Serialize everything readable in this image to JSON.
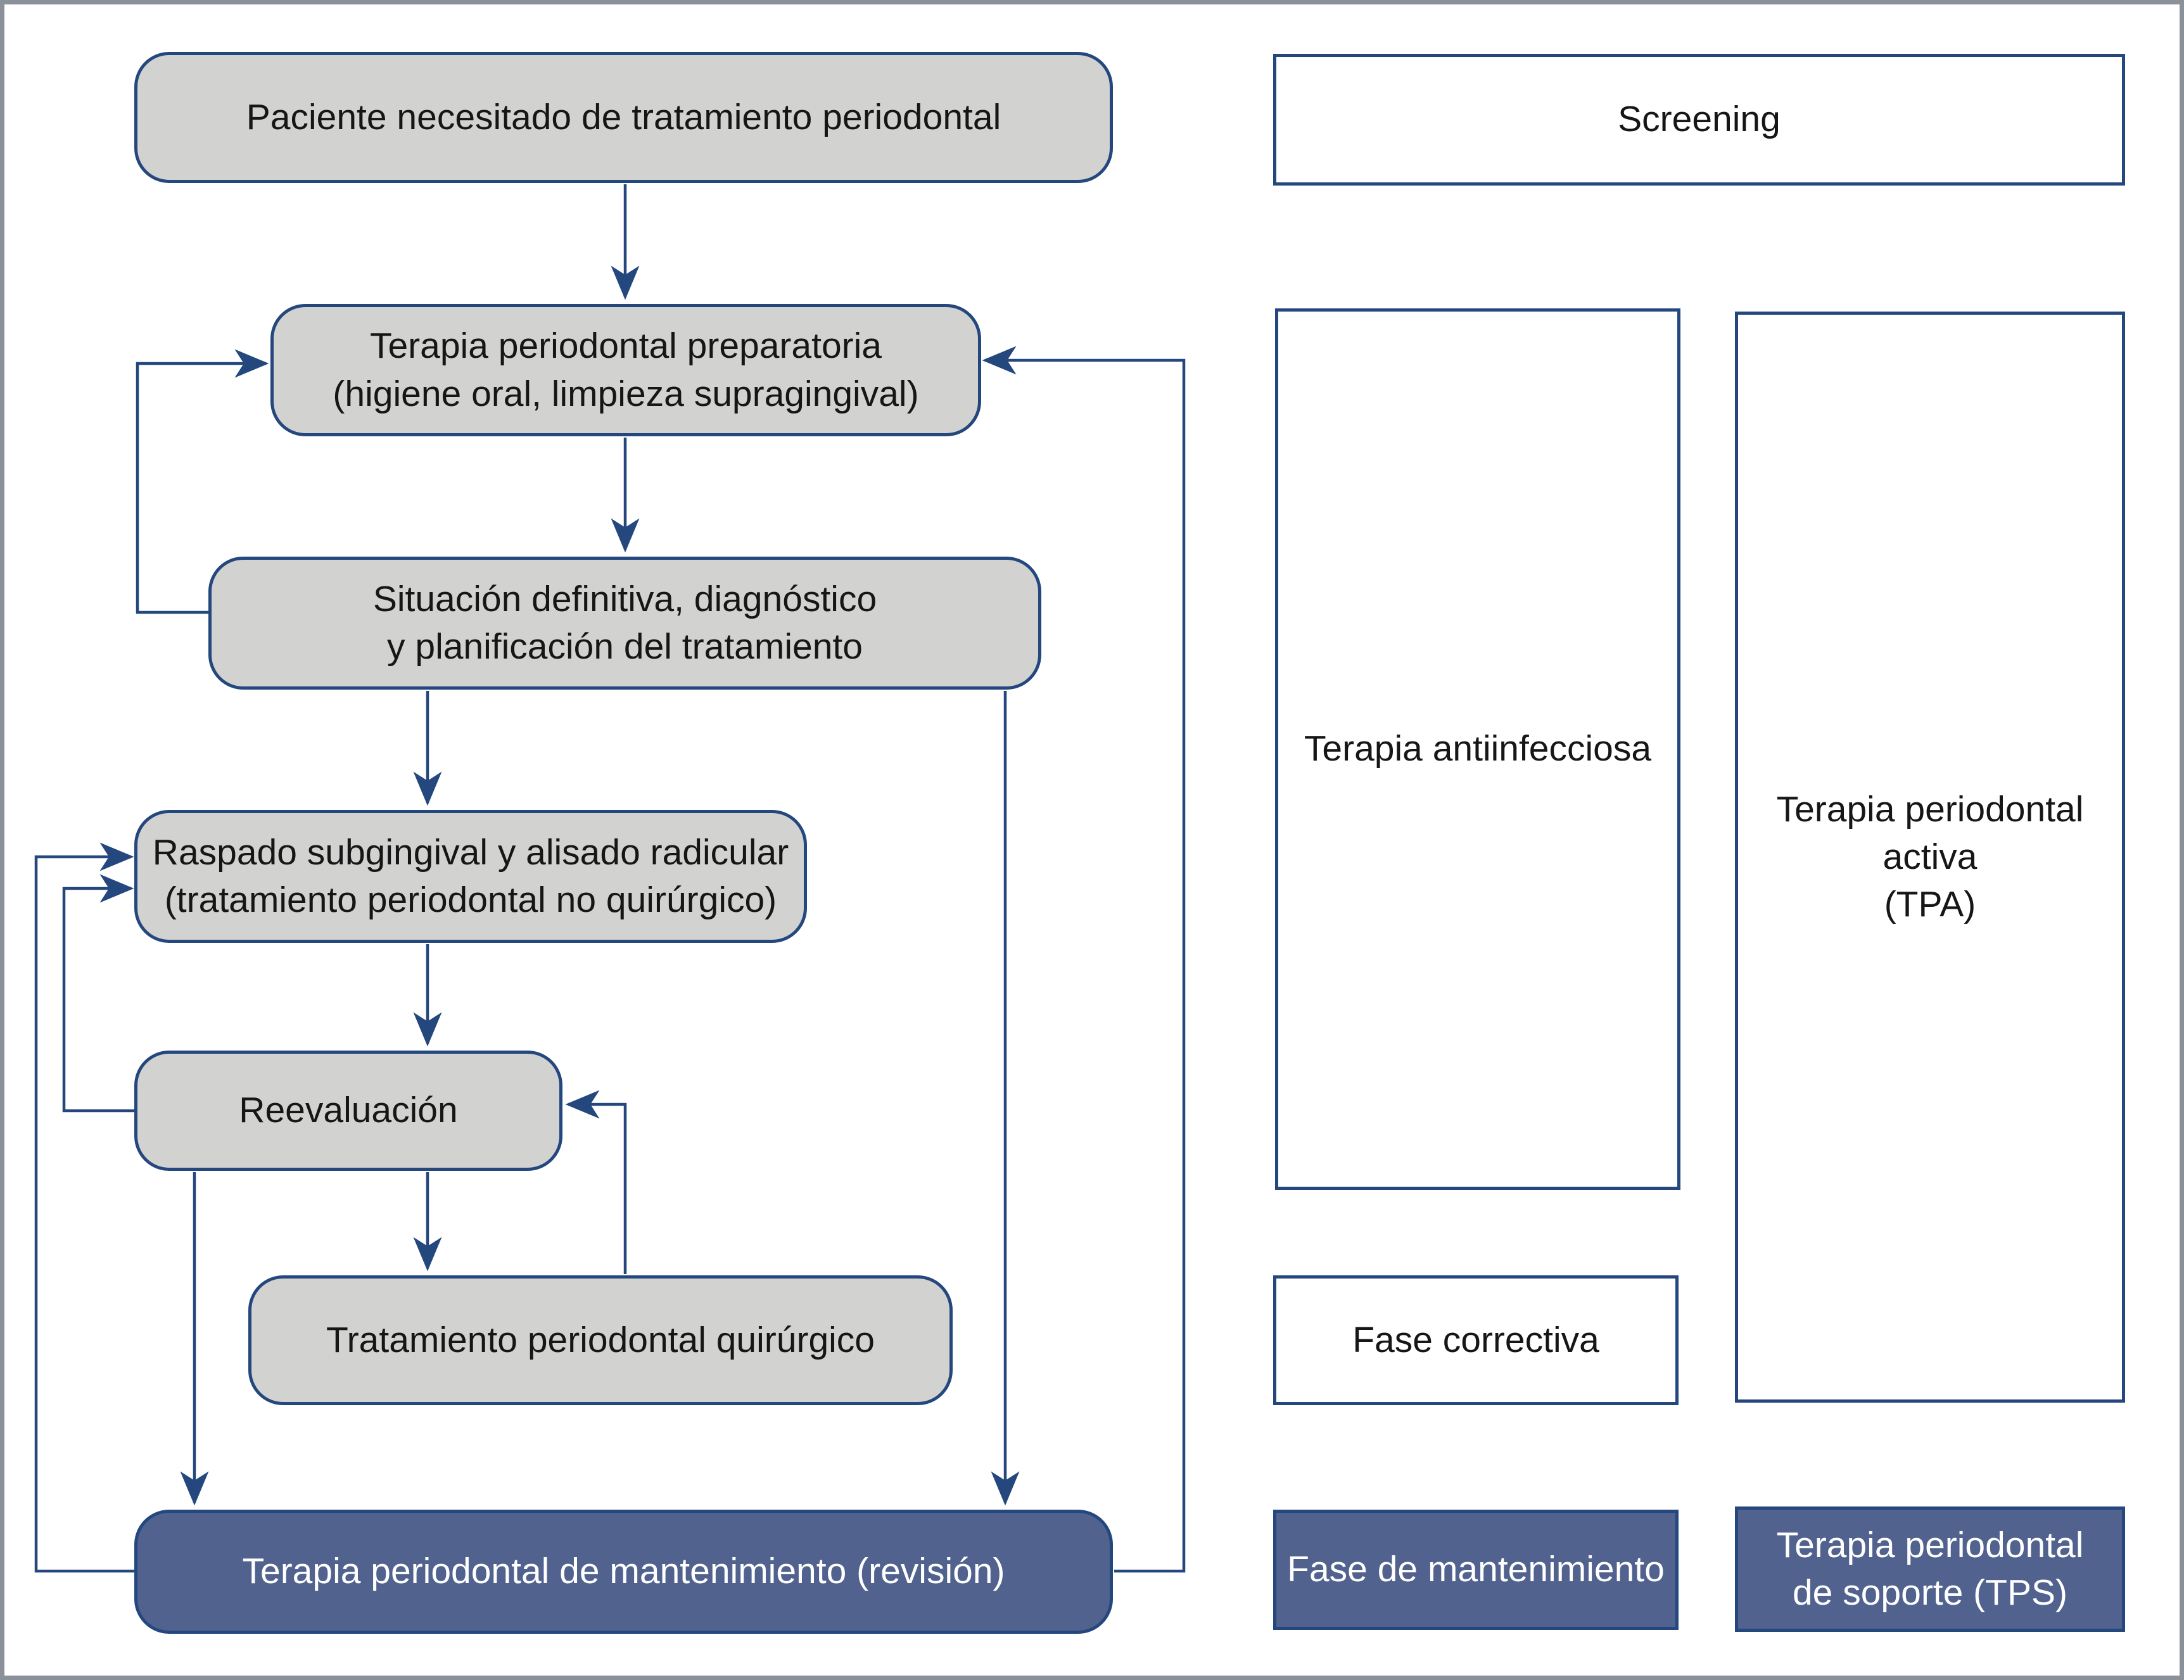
{
  "figure": {
    "type": "flowchart",
    "language": "es"
  },
  "palette": {
    "node_fill_gray": "#d2d2d1",
    "node_fill_blue": "#51628f",
    "stroke_navy": "#24477e",
    "text_dark": "#161616",
    "text_light": "#ffffff",
    "frame_gray": "#8b9198",
    "background": "#ffffff"
  },
  "flow_nodes": [
    {
      "lines": [
        "Paciente necesitado de tratamiento periodontal"
      ]
    },
    {
      "lines": [
        "Terapia periodontal preparatoria",
        "(higiene oral, limpieza supragingival)"
      ]
    },
    {
      "lines": [
        "Situación definitiva, diagnóstico",
        "y planificación del tratamiento"
      ]
    },
    {
      "lines": [
        "Raspado subgingival y alisado radicular",
        "(tratamiento periodontal no quirúrgico)"
      ]
    },
    {
      "lines": [
        "Reevaluación"
      ]
    },
    {
      "lines": [
        "Tratamiento periodontal quirúrgico"
      ]
    },
    {
      "lines": [
        "Terapia periodontal de mantenimiento (revisión)"
      ]
    }
  ],
  "phase_labels": [
    {
      "lines": [
        "Screening"
      ]
    },
    {
      "lines": [
        "Terapia antiinfecciosa"
      ]
    },
    {
      "lines": [
        "Terapia periodontal activa",
        "(TPA)"
      ]
    },
    {
      "lines": [
        "Fase correctiva"
      ]
    },
    {
      "lines": [
        "Fase de mantenimiento"
      ]
    },
    {
      "lines": [
        "Terapia periodontal",
        "de soporte (TPS)"
      ]
    }
  ]
}
